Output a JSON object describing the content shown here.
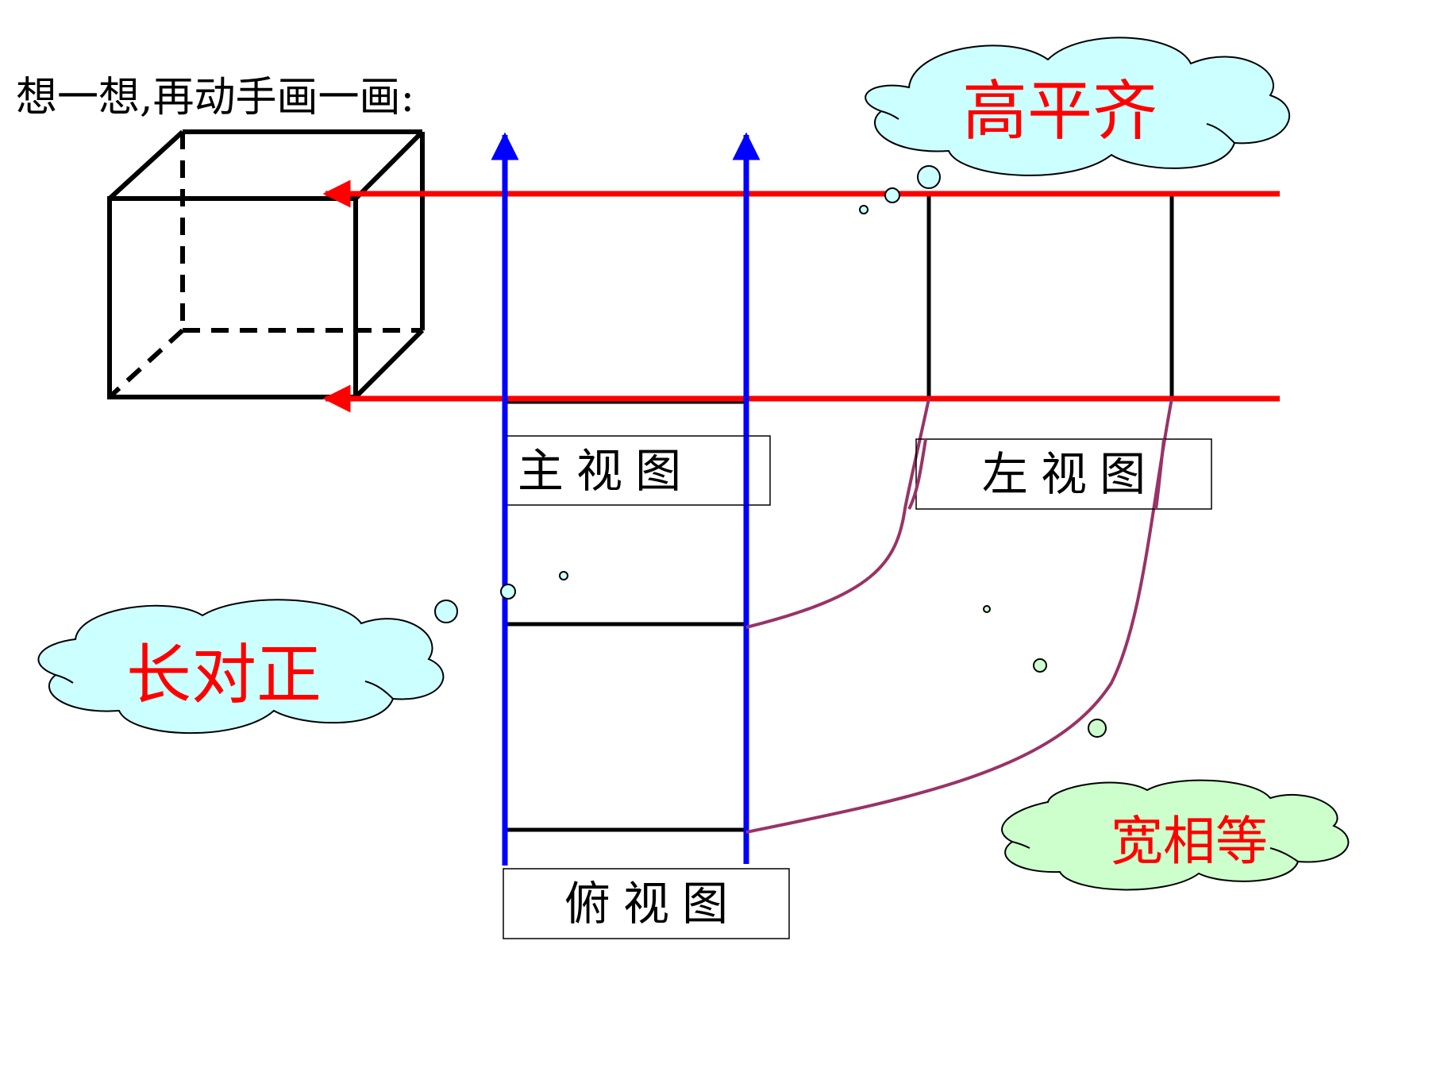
{
  "prompt": "想一想,再动手画一画:",
  "views": {
    "front": "主 视 图",
    "left": "左 视 图",
    "top": "俯 视 图"
  },
  "callouts": {
    "height": "高平齐",
    "length": "长对正",
    "width": "宽相等"
  },
  "colors": {
    "projection_height": "#ff0000",
    "projection_length": "#0000ff",
    "width_curve": "#993366",
    "callout_text": "#ff0000",
    "cloud_cyan": "#ccffff",
    "cloud_green": "#ccffcc",
    "outline": "#000000"
  }
}
